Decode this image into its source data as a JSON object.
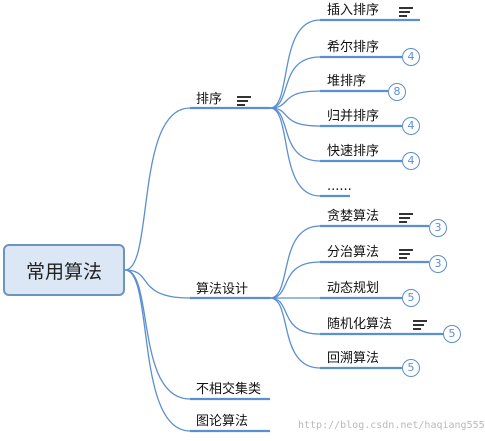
{
  "root": {
    "label": "常用算法"
  },
  "branches": [
    {
      "label": "排序",
      "has_notes": true,
      "children": [
        {
          "label": "插入排序",
          "has_notes": true,
          "badge": null
        },
        {
          "label": "希尔排序",
          "has_notes": false,
          "badge": "4"
        },
        {
          "label": "堆排序",
          "has_notes": false,
          "badge": "8"
        },
        {
          "label": "归并排序",
          "has_notes": false,
          "badge": "4"
        },
        {
          "label": "快速排序",
          "has_notes": false,
          "badge": "4"
        },
        {
          "label": "......",
          "has_notes": false,
          "badge": null
        }
      ]
    },
    {
      "label": "算法设计",
      "has_notes": false,
      "children": [
        {
          "label": "贪婪算法",
          "has_notes": true,
          "badge": "3"
        },
        {
          "label": "分治算法",
          "has_notes": true,
          "badge": "3"
        },
        {
          "label": "动态规划",
          "has_notes": false,
          "badge": "5"
        },
        {
          "label": "随机化算法",
          "has_notes": true,
          "badge": "5"
        },
        {
          "label": "回溯算法",
          "has_notes": false,
          "badge": "5"
        }
      ]
    },
    {
      "label": "不相交集类",
      "has_notes": false,
      "children": []
    },
    {
      "label": "图论算法",
      "has_notes": false,
      "children": []
    }
  ],
  "watermark": "http://blog.csdn.net/haqiang555",
  "colors": {
    "line": "#5b8fd0",
    "underline": "#5b8fd0",
    "root_fill": "#dbe7f5",
    "root_border": "#6f93bf"
  }
}
